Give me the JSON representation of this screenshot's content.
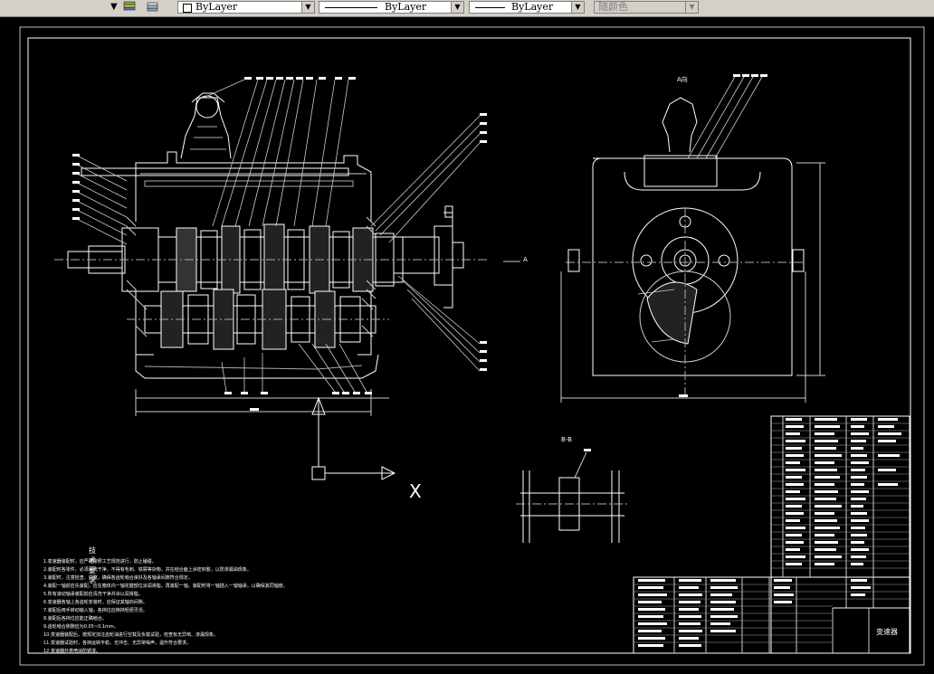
{
  "toolbar": {
    "layer_combo": {
      "value": "ByLayer"
    },
    "linetype_combo": {
      "value": "ByLayer"
    },
    "lineweight_combo": {
      "value": "ByLayer"
    },
    "plotstyle_combo": {
      "value": "随颜色"
    }
  },
  "drawing": {
    "view_a_label": "A向",
    "arrow_a_label": "A",
    "section_label": "B-B",
    "title_block_name": "变速器",
    "ucs_x_label": "X"
  },
  "notes": {
    "heading": "技术要求",
    "lines": [
      "1.变速器装配时，应严格按照工艺规范进行，防止磕碰。",
      "2.装配时各零件，必须清洗干净，不得有毛刺、铁屑等杂物，并在结合面上涂密封胶，以防渗漏油现象。",
      "3.装配时，注意检查、调整，确保各齿轮啮合良好及各轴承间隙符合规定。",
      "4.装配一轴前应先装配，应在箱体内一轴花键部位涂润滑脂，再装配一轴，装配时将一轴插入一轴轴承，以确保其同轴度。",
      "5.所有滚动轴承装配前应清洗干净并涂以润滑脂。",
      "6.变速器各轴上各齿轮安装时，应保证其轴向间隙。",
      "7.装配后用手转动输入轴，各挡位应换挡轻便灵活。",
      "8.装配后各挡位应能正确啮合。",
      "9.齿轮啮合侧隙应为0.05~0.1mm。",
      "10.变速器装配后，按规定加注齿轮油进行空载及负载试验，检查有无异响、渗漏现象。",
      "11.变速器试验时，各挡运转平稳，无冲击、无异常噪声，温升符合要求。",
      "12.变速器外表喷涂防锈漆。"
    ]
  }
}
